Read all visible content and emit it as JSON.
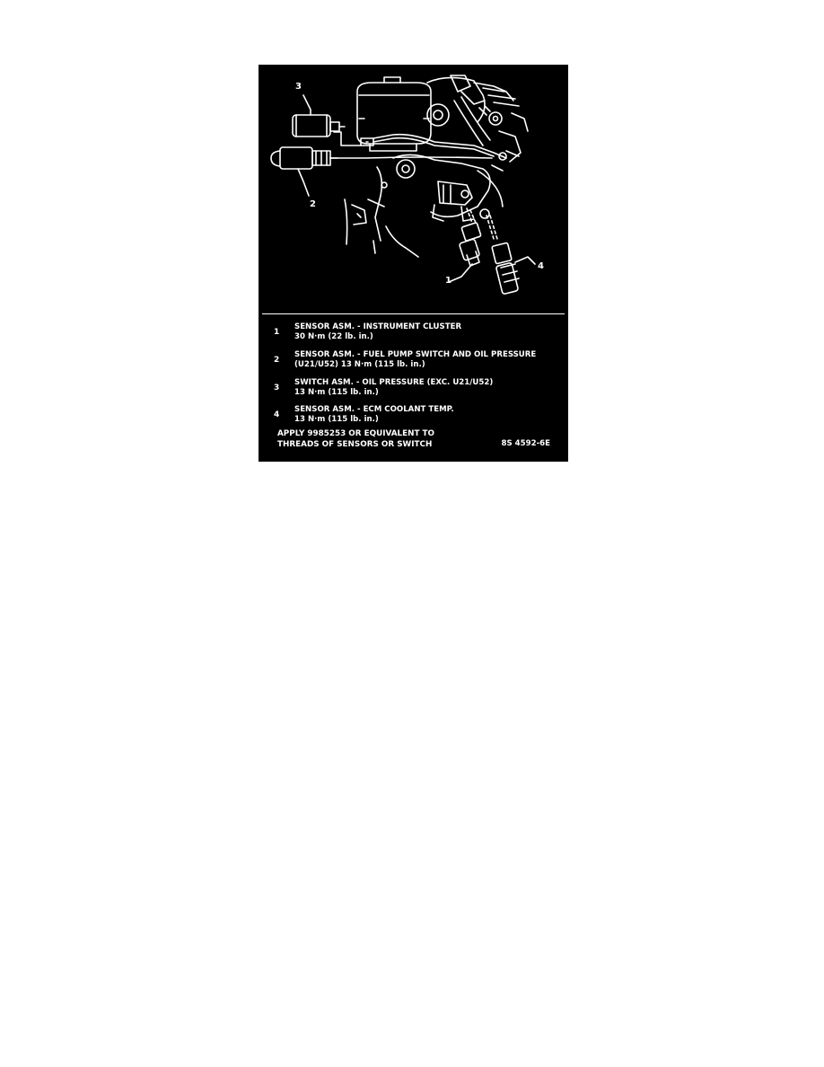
{
  "callouts": {
    "c1": "1",
    "c2": "2",
    "c3": "3",
    "c4": "4"
  },
  "legend": [
    {
      "num": "1",
      "line1": "SENSOR ASM. - INSTRUMENT CLUSTER",
      "line2": "30 N·m (22 lb. in.)"
    },
    {
      "num": "2",
      "line1": "SENSOR ASM. - FUEL PUMP SWITCH AND OIL PRESSURE",
      "line2": "(U21/U52) 13 N·m (115 lb. in.)"
    },
    {
      "num": "3",
      "line1": "SWITCH ASM. - OIL PRESSURE (EXC. U21/U52)",
      "line2": "13 N·m (115 lb. in.)"
    },
    {
      "num": "4",
      "line1": "SENSOR ASM. - ECM COOLANT TEMP.",
      "line2": "13 N·m (115 lb. in.)"
    }
  ],
  "note": {
    "line1": "APPLY 9985253 OR EQUIVALENT TO",
    "line2": "THREADS OF SENSORS OR SWITCH"
  },
  "figure_code": "8S 4592-6E",
  "colors": {
    "background": "#000000",
    "ink": "#ffffff"
  }
}
